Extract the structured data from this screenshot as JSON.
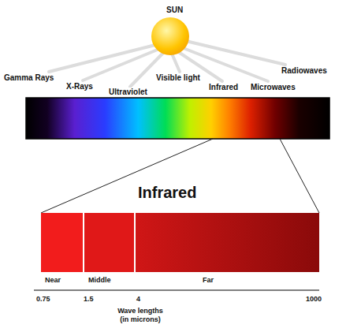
{
  "diagram": {
    "nodes": [
      {
        "text": [
          "SUN"
        ]
      },
      {
        "text": [
          "Infrared"
        ]
      },
      {
        "text": [
          "Near"
        ],
        "in": 1
      },
      {
        "text": [
          "Middle"
        ],
        "in": 1
      },
      {
        "text": [
          "Far"
        ],
        "in": 1
      }
    ],
    "labels": [
      "Gamma Rays",
      "X-Rays",
      "Ultraviolet",
      "Visible light",
      "Infrared",
      "Microwaves",
      "Radiowaves",
      "0.75",
      "1.5",
      "4",
      "1000",
      "Wave lengths (in microns)"
    ]
  }
}
